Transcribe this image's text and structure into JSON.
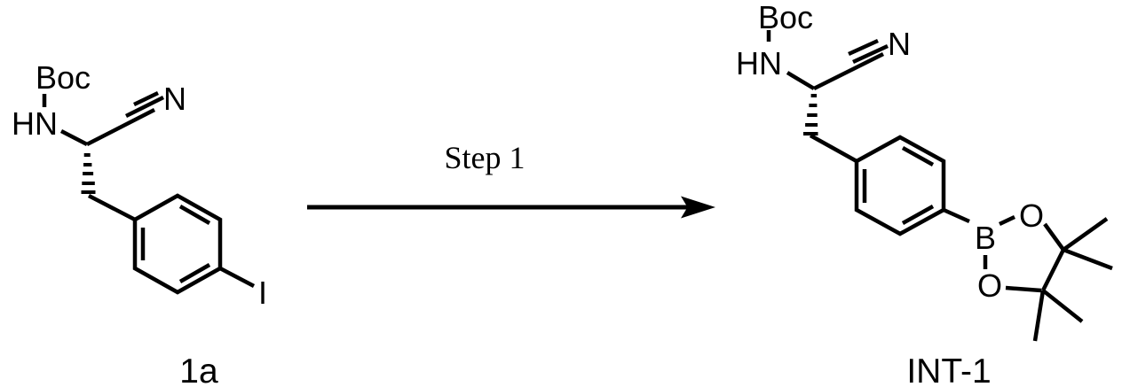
{
  "colors": {
    "background": "#ffffff",
    "ink": "#000000"
  },
  "reaction": {
    "step_label": "Step 1"
  },
  "reactant": {
    "id": "1a",
    "labels": {
      "boc": "Boc",
      "amine": "HN",
      "nitrile": "N",
      "halide": "I"
    }
  },
  "product": {
    "id": "INT-1",
    "labels": {
      "boc": "Boc",
      "amine": "HN",
      "nitrile": "N",
      "boron": "B",
      "oxygen_top": "O",
      "oxygen_bottom": "O"
    }
  }
}
